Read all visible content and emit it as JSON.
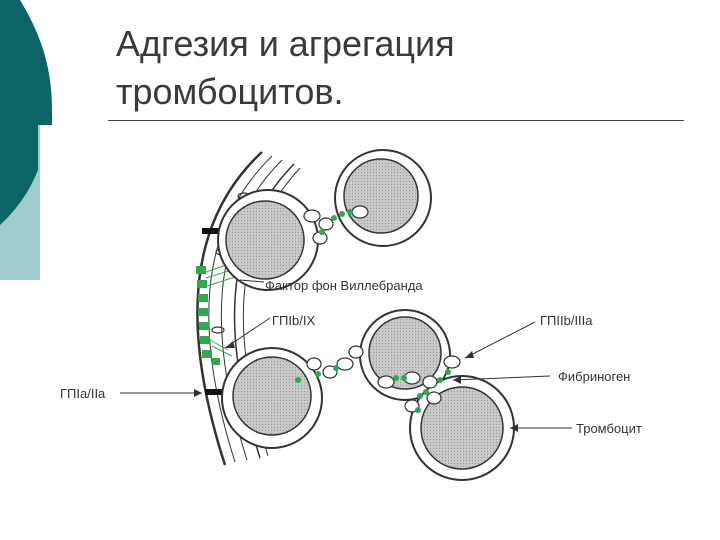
{
  "slide": {
    "title_line1": "Адгезия и агрегация",
    "title_line2": "тромбоцитов."
  },
  "colors": {
    "accent_dark": "#0d6466",
    "accent_light": "#9fcccd",
    "green": "#2fa84f",
    "cell_fill": "#c8c8c8"
  },
  "diagram": {
    "labels": {
      "vwf": "Фактор фон Виллебранда",
      "gp1b9": "ГПIb/IX",
      "gp2b3a": "ГПIIb/IIIa",
      "fibrinogen": "Фибриноген",
      "gp1a2a": "ГПIa/IIa",
      "platelet": "Тромбоцит"
    }
  }
}
